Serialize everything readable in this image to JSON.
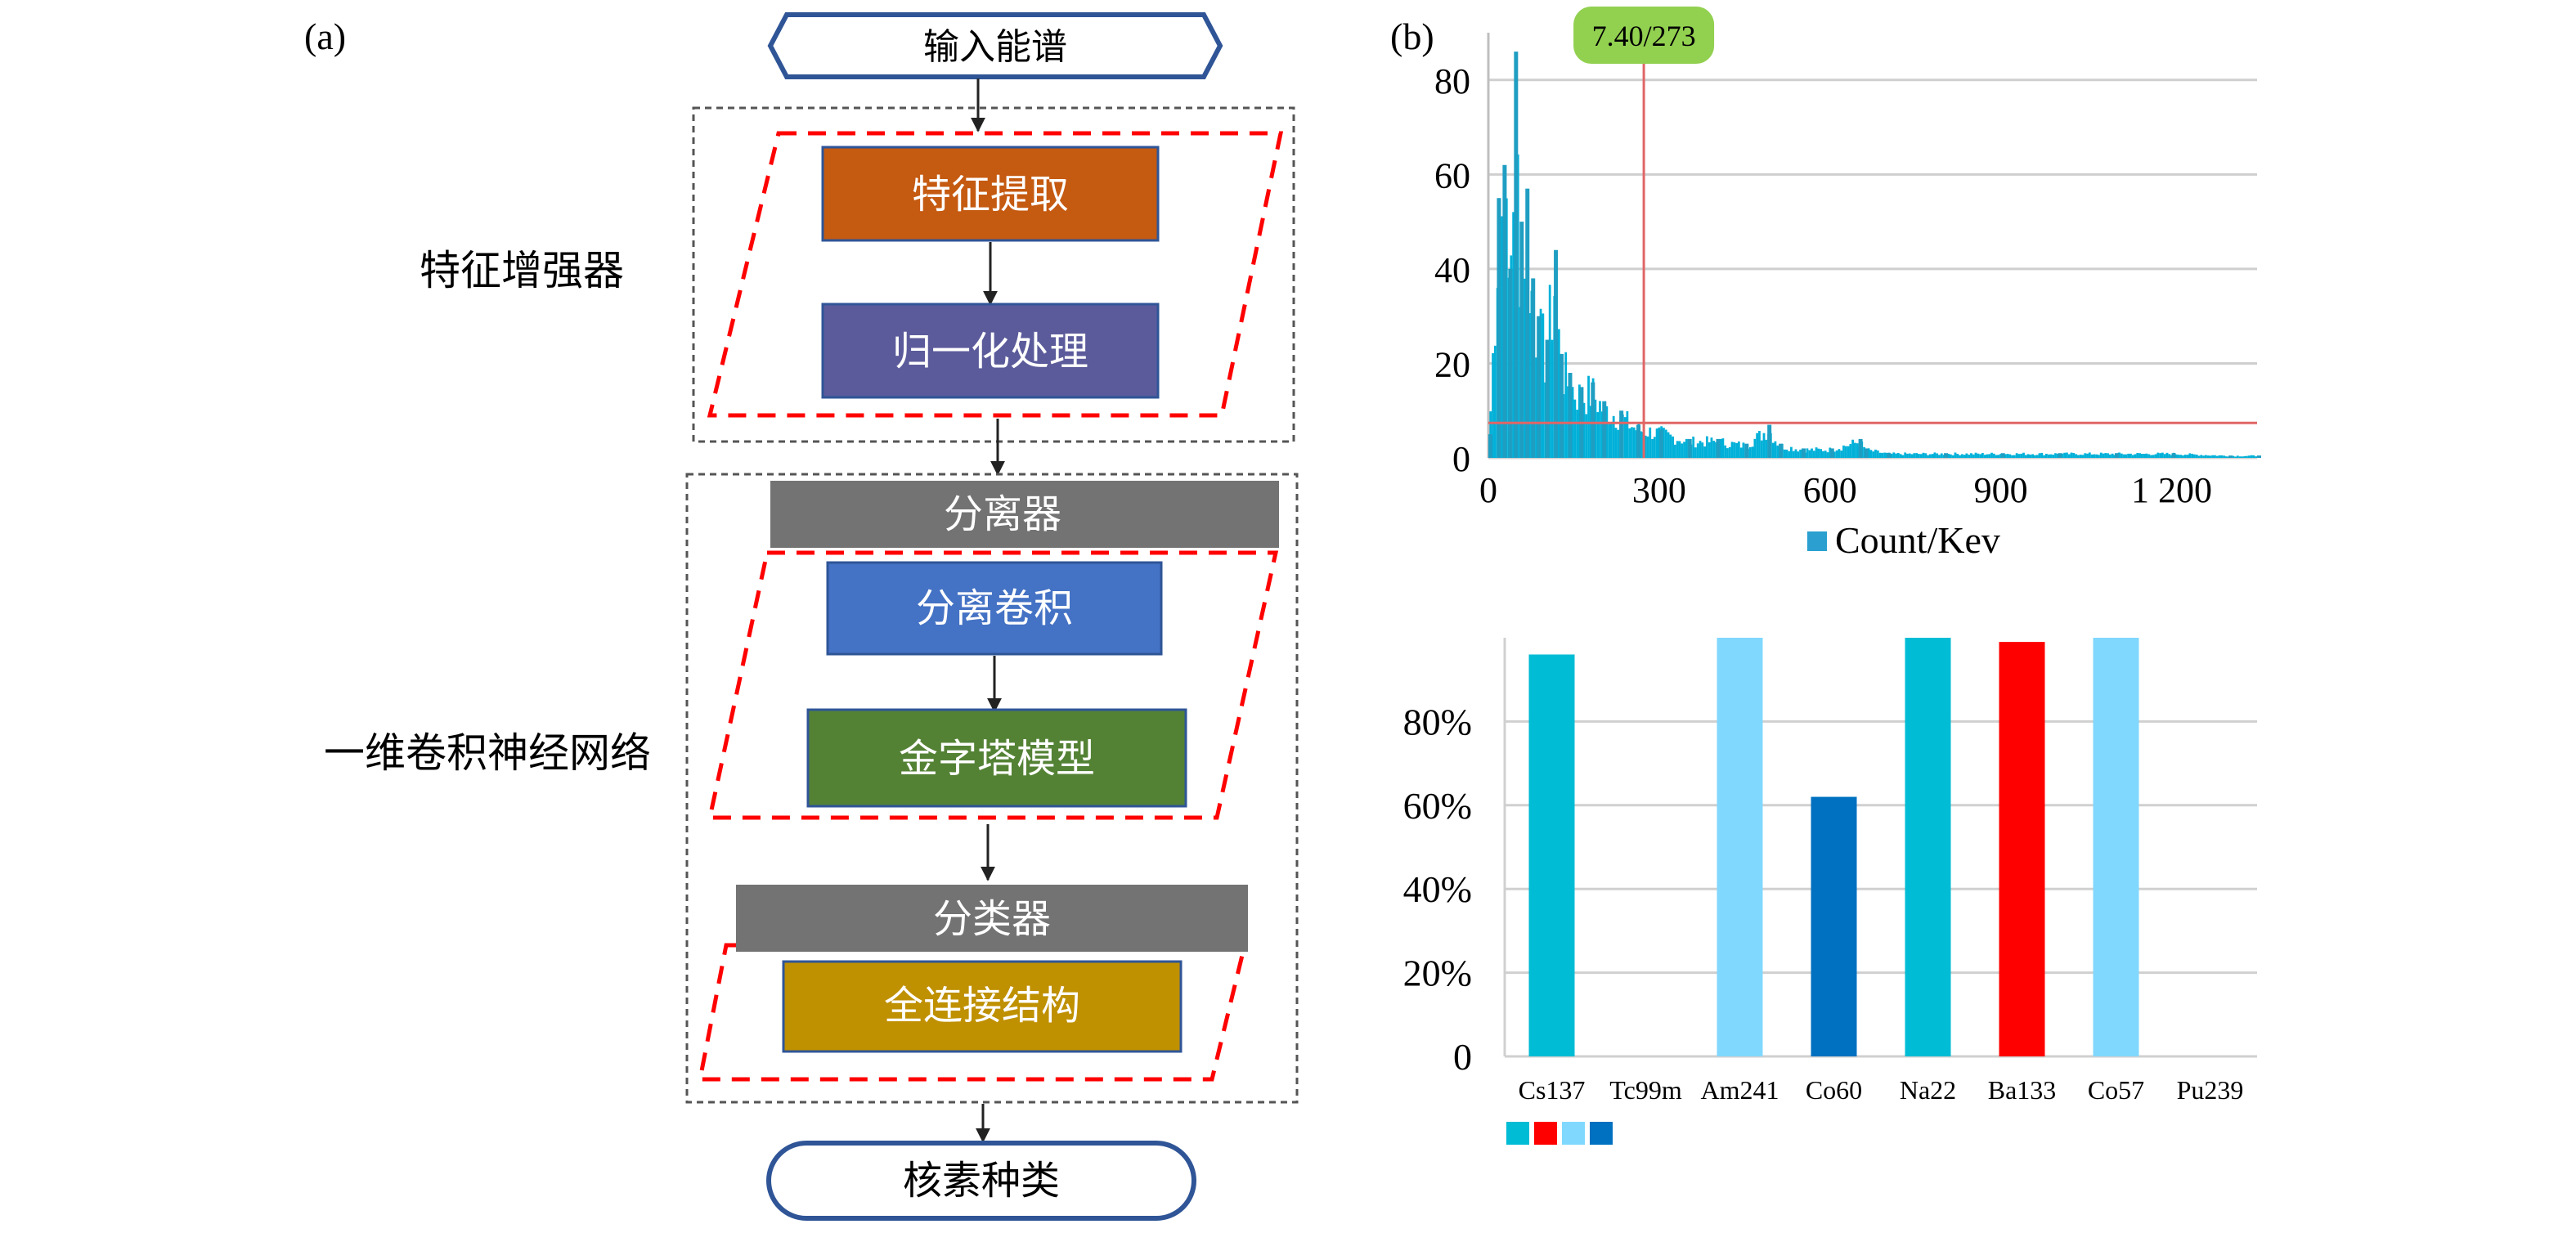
{
  "panel_a": {
    "label": "(a)",
    "input": "输入能谱",
    "group1_label": "特征增强器",
    "feature_extract": "特征提取",
    "normalize": "归一化处理",
    "group2_label": "一维卷积神经网络",
    "separator": "分离器",
    "sep_conv": "分离卷积",
    "pyramid": "金字塔模型",
    "classifier": "分类器",
    "fully_connected": "全连接结构",
    "output": "核素种类",
    "colors": {
      "feature_extract": "#c55a11",
      "normalize": "#5b5b9b",
      "separator": "#737373",
      "sep_conv": "#4472c4",
      "pyramid": "#548235",
      "classifier": "#737373",
      "fully_connected": "#bf9000",
      "dashed_red": "#ff0000",
      "outline_blue": "#2f5597"
    }
  },
  "panel_b": {
    "label": "(b)",
    "spectrum": {
      "marker_label": "7.40/273",
      "marker_color": "#92d050",
      "yticks": [
        "80",
        "60",
        "40",
        "20",
        "0"
      ],
      "xticks": [
        "0",
        "300",
        "600",
        "900",
        "1 200"
      ],
      "legend": "Count/Kev",
      "series_color": "#00b0d8",
      "cursor_color": "#e06666"
    },
    "bars": {
      "yticks": [
        "80%",
        "60%",
        "40%",
        "20%",
        "0"
      ],
      "legend_colors": [
        "#00bcd4",
        "#ff0000",
        "#80d8ff",
        "#0070c0"
      ]
    }
  },
  "chart_data": [
    {
      "type": "area",
      "series": [
        {
          "name": "Count/Kev",
          "x": [
            0,
            15,
            25,
            35,
            45,
            55,
            65,
            75,
            85,
            100,
            115,
            125,
            140,
            160,
            180,
            200,
            230,
            260,
            300,
            350,
            400,
            450,
            490,
            510,
            550,
            600,
            650,
            660,
            700,
            800,
            900,
            1000,
            1100,
            1200,
            1300,
            1350
          ],
          "y": [
            5,
            55,
            62,
            40,
            86,
            50,
            57,
            38,
            30,
            25,
            44,
            22,
            18,
            15,
            16,
            12,
            10,
            7,
            6,
            4,
            4,
            3,
            7,
            3,
            2,
            2,
            4,
            2,
            1,
            1,
            1,
            1,
            1,
            1,
            0.5,
            0.5
          ]
        }
      ],
      "cursor": {
        "x": 273,
        "y": 7.4
      },
      "xlim": [
        0,
        1350
      ],
      "ylim": [
        0,
        90
      ]
    },
    {
      "type": "bar",
      "categories": [
        "Cs137",
        "Tc99m",
        "Am241",
        "Co60",
        "Na22",
        "Ba133",
        "Co57",
        "Pu239"
      ],
      "values": [
        96,
        0,
        100,
        62,
        100,
        99,
        100,
        0
      ],
      "colors": [
        "#00bcd4",
        "#00bcd4",
        "#80d8ff",
        "#0070c0",
        "#00bcd4",
        "#ff0000",
        "#80d8ff",
        "#80d8ff"
      ],
      "ylim": [
        0,
        100
      ],
      "unit": "%"
    }
  ]
}
